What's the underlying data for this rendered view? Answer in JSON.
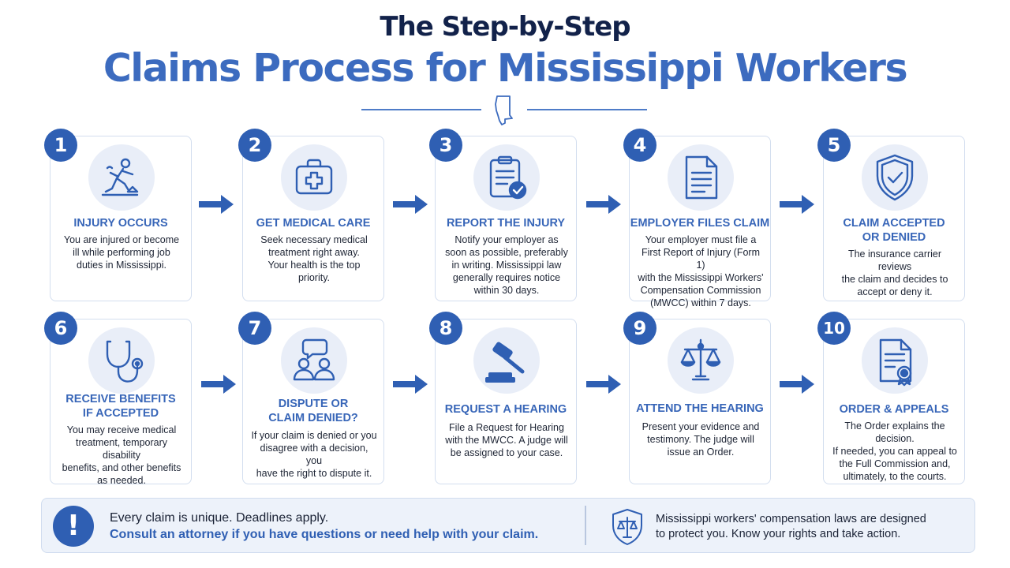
{
  "header": {
    "title_line1": "The Step-by-Step",
    "title_line2": "Claims Process for Mississippi Workers"
  },
  "colors": {
    "primary": "#2f5fb3",
    "accent": "#3866b8",
    "navy": "#12224a",
    "card_border": "#d3deef"
  },
  "steps": [
    {
      "number": "1",
      "icon": "slip-fall-icon",
      "title": "INJURY OCCURS",
      "description": "You are injured or become\nill while performing job\nduties in Mississippi."
    },
    {
      "number": "2",
      "icon": "medical-kit-icon",
      "title": "GET MEDICAL CARE",
      "description": "Seek necessary medical\ntreatment right away.\nYour health is the top\npriority."
    },
    {
      "number": "3",
      "icon": "clipboard-check-icon",
      "title": "REPORT THE INJURY",
      "description": "Notify your employer as\nsoon as possible, preferably\nin writing. Mississippi law\ngenerally requires notice\nwithin 30 days."
    },
    {
      "number": "4",
      "icon": "document-icon",
      "title": "EMPLOYER FILES CLAIM",
      "description": "Your employer must file a\nFirst Report of Injury (Form 1)\nwith the Mississippi Workers'\nCompensation Commission\n(MWCC) within 7 days."
    },
    {
      "number": "5",
      "icon": "shield-check-icon",
      "title": "CLAIM ACCEPTED\nOR DENIED",
      "description": "The insurance carrier reviews\nthe claim and decides to\naccept or deny it."
    },
    {
      "number": "6",
      "icon": "stethoscope-icon",
      "title": "RECEIVE BENEFITS\nIF ACCEPTED",
      "description": "You may receive medical\ntreatment, temporary disability\nbenefits, and other benefits\nas needed."
    },
    {
      "number": "7",
      "icon": "people-dispute-icon",
      "title": "DISPUTE OR\nCLAIM DENIED?",
      "description": "If your claim is denied or you\ndisagree with a decision, you\nhave the right to dispute it."
    },
    {
      "number": "8",
      "icon": "gavel-icon",
      "title": "REQUEST A HEARING",
      "description": "File a Request for Hearing\nwith the MWCC. A judge will\nbe assigned to your case."
    },
    {
      "number": "9",
      "icon": "scales-icon",
      "title": "ATTEND THE HEARING",
      "description": "Present your evidence and\ntestimony. The judge will\nissue an Order."
    },
    {
      "number": "10",
      "icon": "certificate-icon",
      "title": "ORDER & APPEALS",
      "description": "The Order explains the decision.\nIf needed, you can appeal to\nthe Full Commission and,\nultimately, to the courts."
    }
  ],
  "footer": {
    "line1": "Every claim is unique. Deadlines apply.",
    "line2": "Consult an attorney if you have questions or need help with your claim.",
    "right_text": "Mississippi workers' compensation laws are designed\nto protect you. Know your rights and take action.",
    "alert_icon": "exclamation-icon",
    "right_icon": "shield-scales-icon"
  }
}
